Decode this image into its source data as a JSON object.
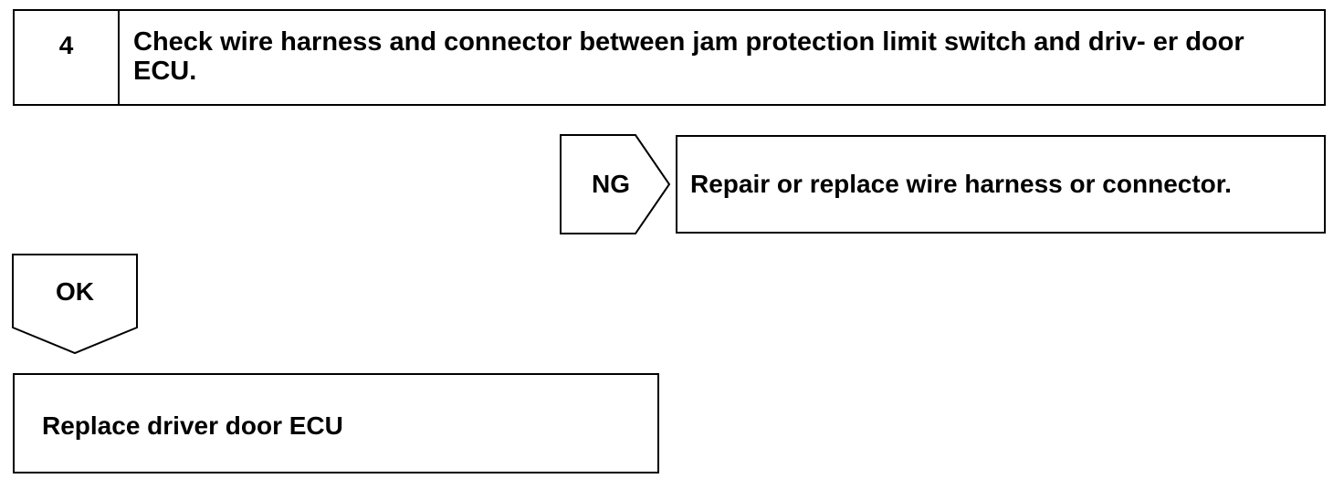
{
  "step": {
    "number": "4",
    "title": "Check wire harness and connector between jam protection limit switch and driv- er door ECU."
  },
  "ng_branch": {
    "label": "NG",
    "result": "Repair or replace wire harness or connector."
  },
  "ok_branch": {
    "label": "OK"
  },
  "final_result": {
    "text": "Replace driver door ECU"
  }
}
